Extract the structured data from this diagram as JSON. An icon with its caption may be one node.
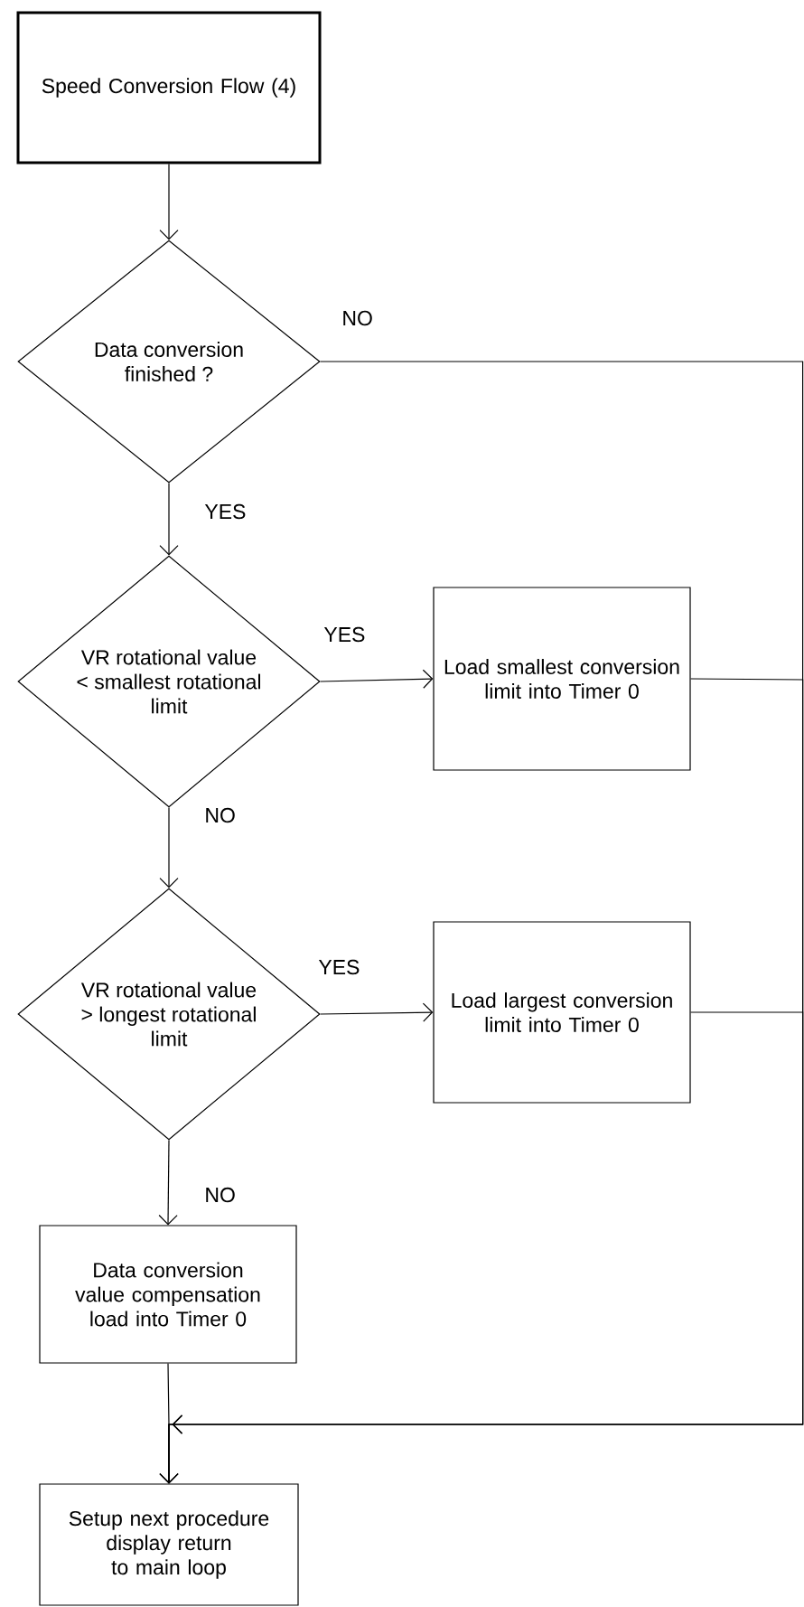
{
  "diagram": {
    "nodes": [
      {
        "text": [
          "Speed Conversion Flow (4)"
        ]
      },
      {
        "text": [
          "Data conversion finished ?"
        ]
      },
      {
        "text": [
          "VR rotational value < smallest rotational limit"
        ]
      },
      {
        "text": [
          "Load smallest conversion limit into Timer 0"
        ]
      },
      {
        "text": [
          "VR rotational value > longest rotational limit"
        ]
      },
      {
        "text": [
          "Load largest conversion limit into Timer 0"
        ]
      },
      {
        "text": [
          "Data conversion value compensation load into Timer 0"
        ]
      },
      {
        "text": [
          "Setup next procedure display return to main loop"
        ]
      }
    ],
    "edges": [
      {
        "from": 0,
        "to": 1,
        "arrow": "to"
      },
      {
        "from": 1,
        "to": 2,
        "arrow": "to",
        "label": "YES"
      },
      {
        "from": 1,
        "to": 7,
        "arrow": "to",
        "label": "NO"
      },
      {
        "from": 2,
        "to": 3,
        "arrow": "to",
        "label": "YES"
      },
      {
        "from": 2,
        "to": 4,
        "arrow": "to",
        "label": "NO"
      },
      {
        "from": 3,
        "to": 7,
        "arrow": "to"
      },
      {
        "from": 4,
        "to": 5,
        "arrow": "to",
        "label": "YES"
      },
      {
        "from": 4,
        "to": 6,
        "arrow": "to",
        "label": "NO"
      },
      {
        "from": 5,
        "to": 7,
        "arrow": "to"
      },
      {
        "from": 6,
        "to": 7,
        "arrow": "to"
      }
    ]
  }
}
